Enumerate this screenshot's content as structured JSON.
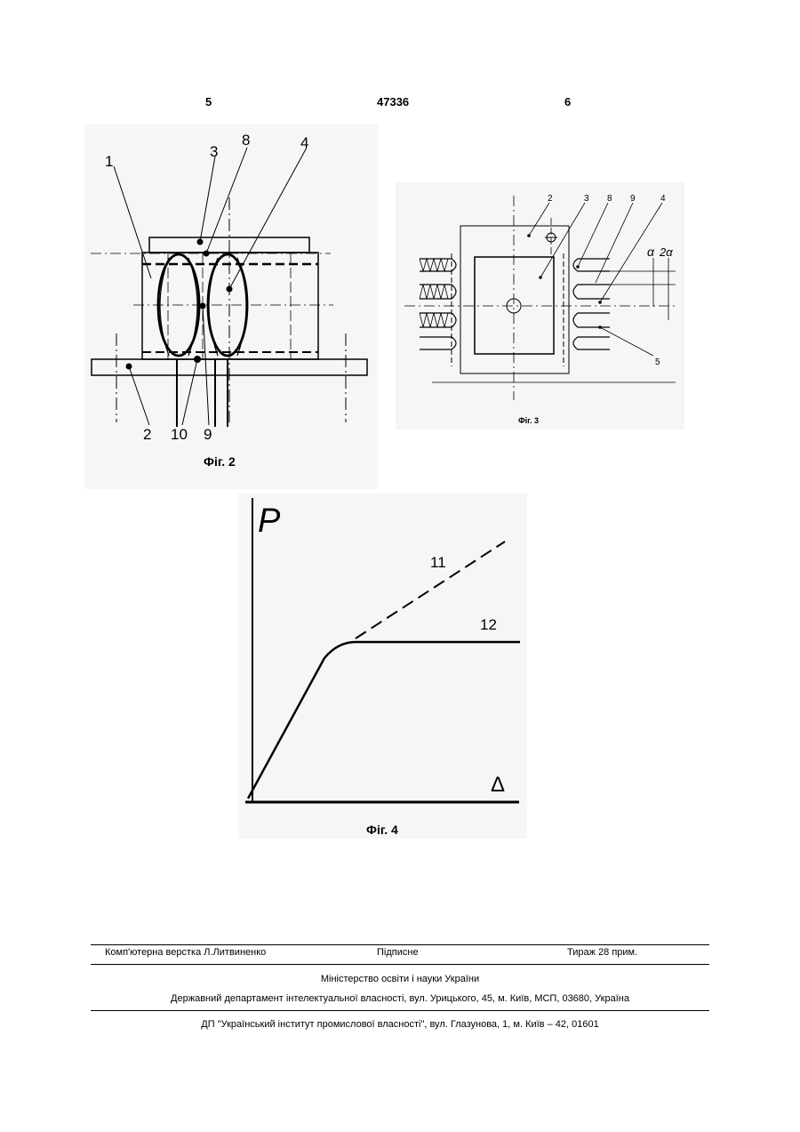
{
  "header": {
    "page_left": "5",
    "patent_number": "47336",
    "page_right": "6"
  },
  "fig2": {
    "caption": "Фіг. 2",
    "labels": {
      "l1": "1",
      "l3": "3",
      "l8": "8",
      "l4": "4",
      "l2": "2",
      "l10": "10",
      "l9": "9"
    }
  },
  "fig3": {
    "caption": "Фіг. 3",
    "labels": {
      "l2": "2",
      "l3": "3",
      "l8": "8",
      "l9": "9",
      "l4": "4",
      "l5": "5",
      "alpha": "α",
      "two_alpha": "2α"
    }
  },
  "fig4": {
    "caption": "Фіг. 4",
    "y_symbol": "P",
    "x_symbol": "Δ",
    "curve_11_label": "11",
    "curve_12_label": "12"
  },
  "footer": {
    "layout": "Комп'ютерна верстка Л.Литвиненко",
    "signed": "Підписне",
    "circulation": "Тираж 28 прим.",
    "ministry": "Міністерство освіти і науки України",
    "department": "Державний департамент інтелектуальної власності, вул. Урицького, 45, м. Київ, МСП, 03680, Україна",
    "institute": "ДП \"Український інститут промислової власності\", вул. Глазунова, 1, м. Київ – 42, 01601"
  }
}
